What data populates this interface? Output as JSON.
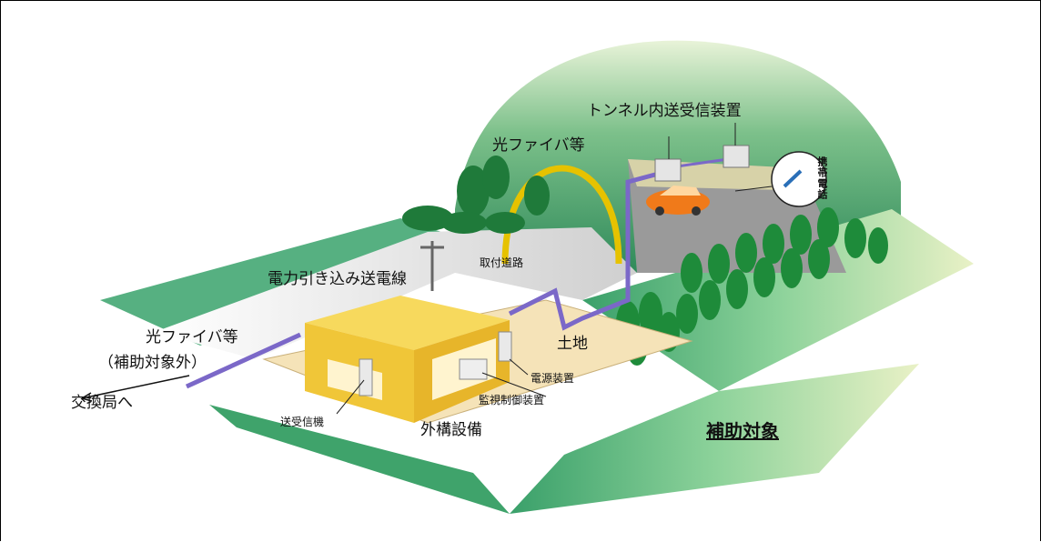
{
  "labels": {
    "tunnel_equipment": "トンネル内送受信装置",
    "fiber_top": "光ファイバ等",
    "mobile_phone": "携帯電話",
    "power_line": "電力引き込み送電線",
    "access_road": "取付道路",
    "fiber_left": "光ファイバ等",
    "not_covered": "（補助対象外）",
    "to_exchange": "交換局へ",
    "land": "土地",
    "power_unit": "電源装置",
    "monitor_control": "監視制御装置",
    "transceiver": "送受信機",
    "exterior_facility": "外構設備",
    "subsidy_target": "補助対象"
  },
  "icons": {
    "tunnel": "tunnel-arch",
    "car": "car-icon",
    "phone": "mobile-phone-icon",
    "trees": "tree-icon",
    "building": "equipment-building",
    "pole": "power-pole-icon"
  },
  "colors": {
    "hill": "#2e8b57",
    "ground": "#8fcf9a",
    "arch": "#e6c200",
    "fiber": "#7b68c8",
    "building": "#f2cf55",
    "car": "#f07a1a"
  }
}
